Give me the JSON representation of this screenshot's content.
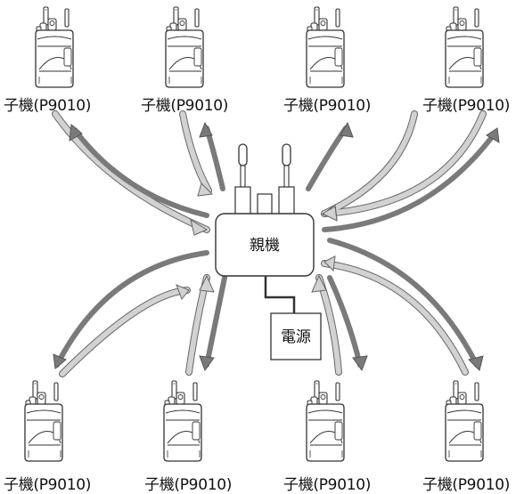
{
  "hub": {
    "label": "親機"
  },
  "power": {
    "label": "電源"
  },
  "handsets": [
    {
      "label": "子機(P9010)"
    },
    {
      "label": "子機(P9010)"
    },
    {
      "label": "子機(P9010)"
    },
    {
      "label": "子機(P9010)"
    },
    {
      "label": "子機(P9010)"
    },
    {
      "label": "子機(P9010)"
    },
    {
      "label": "子機(P9010)"
    },
    {
      "label": "子機(P9010)"
    }
  ],
  "colors": {
    "arrow_light": "#d2d2d2",
    "arrow_dark": "#7a7a7a",
    "outline": "#333333"
  }
}
